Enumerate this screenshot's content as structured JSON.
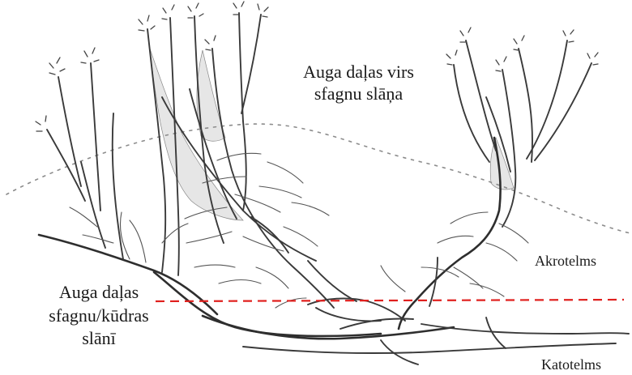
{
  "labels": {
    "above_line1": "Auga daļas virs",
    "above_line2": "sfagnu slāņa",
    "below_line1": "Auga daļas",
    "below_line2": "sfagnu/kūdras",
    "below_line3": "slānī",
    "acrotelm": "Akrotelms",
    "catotelm": "Katotelms"
  },
  "colors": {
    "boundary_line": "#e0201e",
    "surface_line": "#8c8c8c",
    "plant": "#3a3a3a"
  }
}
